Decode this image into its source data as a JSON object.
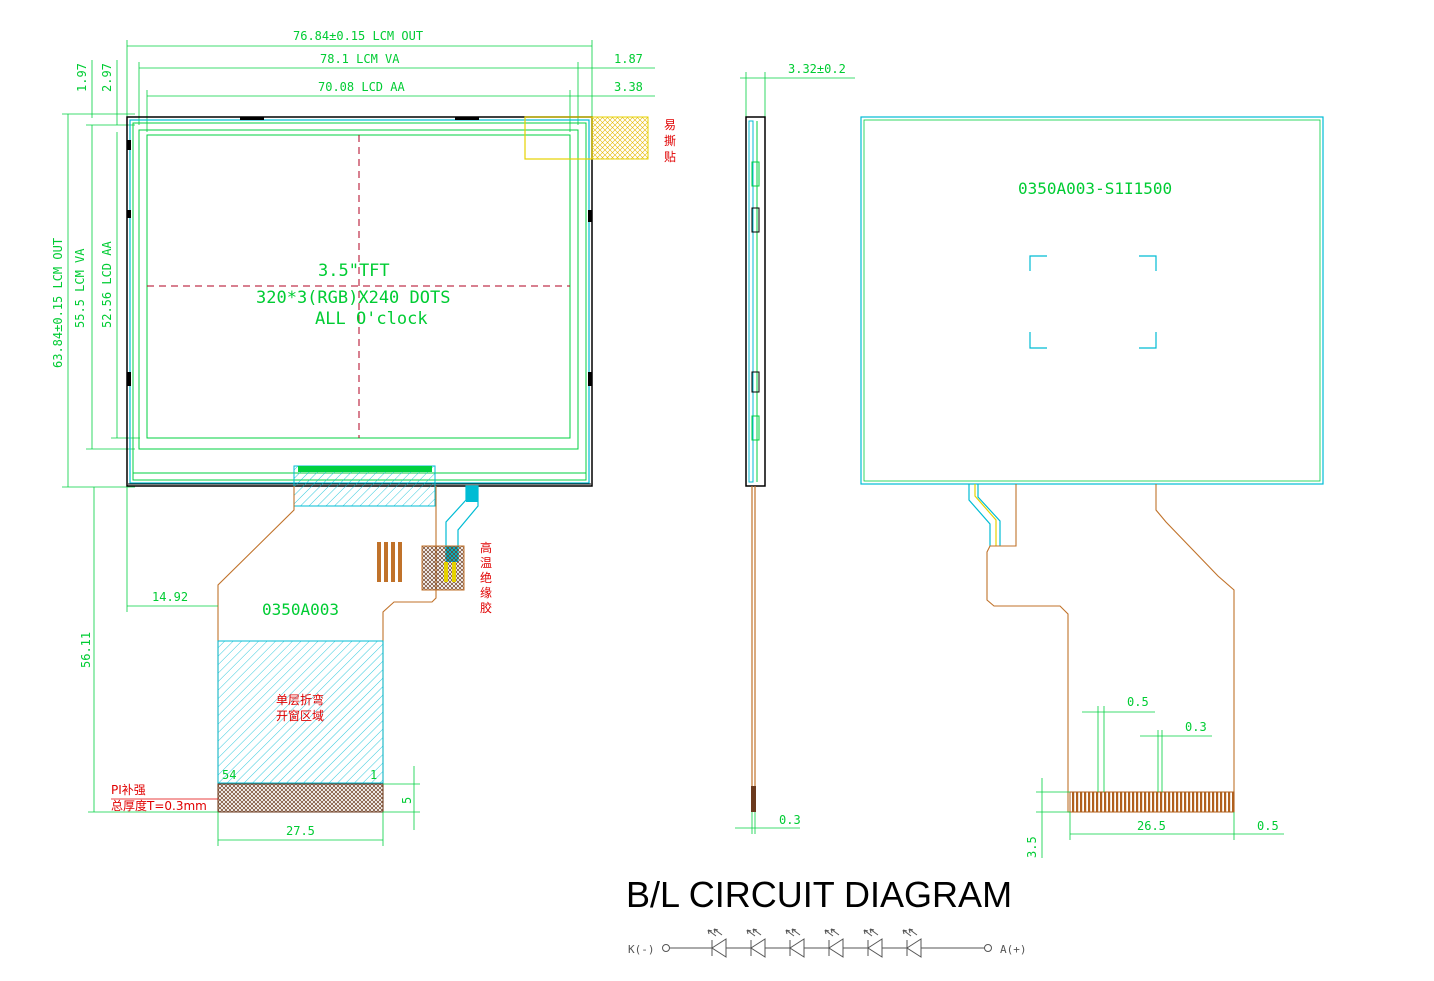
{
  "front_view": {
    "dim_lcm_out_width": "76.84±0.15 LCM OUT",
    "dim_lcm_va_width": "78.1 LCM VA",
    "dim_lcd_aa_width": "70.08 LCD AA",
    "dim_right_1": "1.87",
    "dim_right_2": "3.38",
    "dim_left_1": "1.97",
    "dim_left_2": "2.97",
    "dim_lcm_out_height": "63.84±0.15 LCM OUT",
    "dim_lcm_va_height": "55.5 LCM VA",
    "dim_lcd_aa_height": "52.56 LCD AA",
    "display_size": "3.5\"TFT",
    "resolution": "320*3(RGB)X240 DOTS",
    "viewing": "ALL O'clock",
    "tape_note": "易撕贴",
    "fpc_code": "0350A003",
    "insulation_note": "高温绝缘胶",
    "bend_note_line1": "单层折弯",
    "bend_note_line2": "开窗区域",
    "pin_left": "54",
    "pin_right": "1",
    "stiffener_line1": "PI补强",
    "stiffener_line2": "总厚度T=0.3mm",
    "dim_fpc_offset": "14.92",
    "dim_fpc_length": "56.11",
    "dim_fpc_width": "27.5",
    "dim_stiffener": "5"
  },
  "side_view": {
    "dim_thickness": "3.32±0.2",
    "dim_fpc_thickness": "0.3"
  },
  "back_view": {
    "part_number": "0350A003-S1I1500",
    "dim_pitch_1": "0.5",
    "dim_pitch_2": "0.3",
    "dim_finger_width": "26.5",
    "dim_right_margin": "0.5",
    "dim_finger_height": "3.5"
  },
  "circuit": {
    "title": "B/L CIRCUIT DIAGRAM",
    "cathode_label": "K(-)",
    "anode_label": "A(+)",
    "led_count": 6
  },
  "colors": {
    "dimension": "#00d040",
    "outline_cyan": "#00bcd4",
    "fpc_orange": "#c0722a",
    "note_red": "#e00000",
    "tape_yellow": "#e6d200"
  }
}
